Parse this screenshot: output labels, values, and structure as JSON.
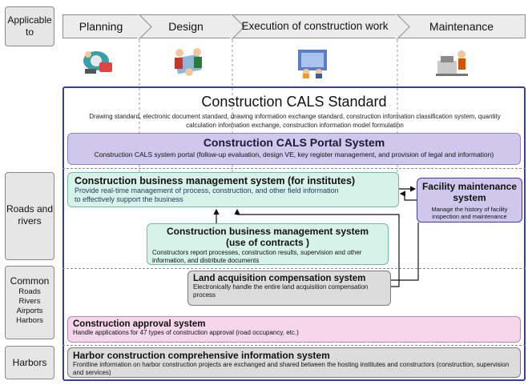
{
  "header": {
    "applicable_label": "Applicable to",
    "phases": [
      "Planning",
      "Design",
      "Execution of construction work",
      "Maintenance"
    ]
  },
  "rows": {
    "roads_rivers": "Roads and rivers",
    "common_title": "Common",
    "common_items": [
      "Roads",
      "Rivers",
      "Airports",
      "Harbors"
    ],
    "harbors": "Harbors"
  },
  "standard": {
    "title": "Construction CALS Standard",
    "description": "Drawing standard, electronic document standard, drawing information exchange standard, construction information classification system, quantity calculation information exchange, construction information model formulation"
  },
  "portal": {
    "title": "Construction CALS Portal System",
    "description": "Construction CALS system portal (follow-up evaluation, design VE, key register management, and provision of legal and information)"
  },
  "business_institutes": {
    "title": "Construction business management system (for institutes)",
    "line1": "Provide real-time management of process, construction, and other field information",
    "line2": "to effectively support the business"
  },
  "facility": {
    "title": "Facility maintenance system",
    "description": "Manage the history of facility inspection and maintenance"
  },
  "business_contracts": {
    "title_line1": "Construction business management system",
    "title_line2": "(use of contracts )",
    "description": "Constructors report processes, construction results, supervision and other information, and distribute documents"
  },
  "land": {
    "title": "Land acquisition compensation system",
    "description": "Electronically handle the entire land acquisition compensation process"
  },
  "approval": {
    "title": "Construction approval system",
    "description": "Handle applications for 47 types of construction approval (road occupancy, etc.)"
  },
  "harbor": {
    "title": "Harbor construction comprehensive information system",
    "description": "Frontline information on harbor construction projects are exchanged and shared between the hosting institutes and constructors (construction, supervision and services)"
  },
  "illustrations": [
    "planning-illustration-icon",
    "design-illustration-icon",
    "execution-illustration-icon",
    "maintenance-illustration-icon"
  ]
}
